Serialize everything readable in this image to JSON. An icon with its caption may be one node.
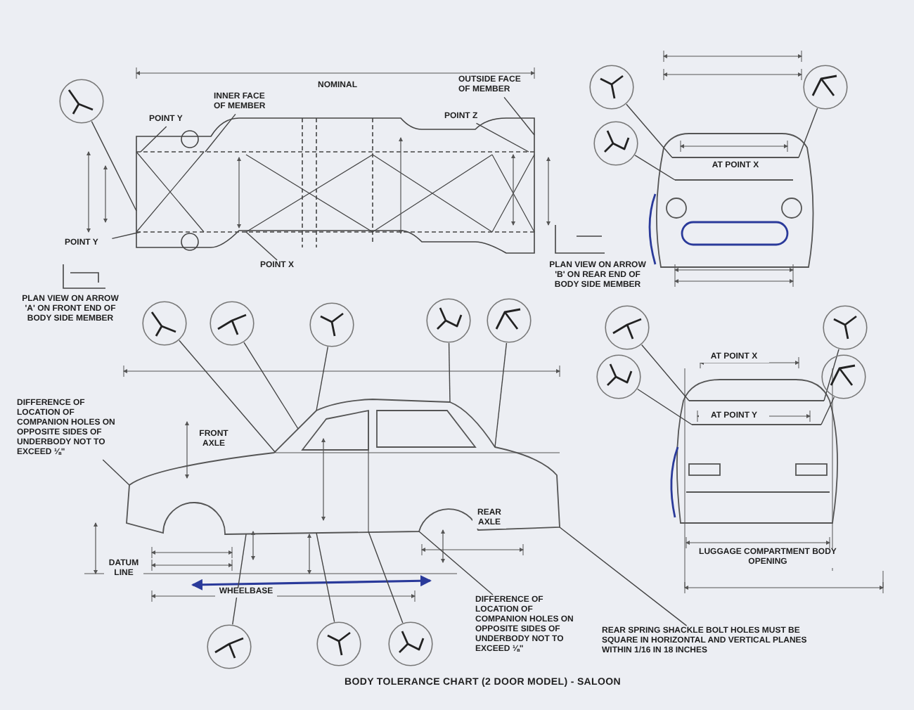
{
  "diagram": {
    "caption": "BODY TOLERANCE CHART (2 DOOR MODEL) - SALOON",
    "nodes": [
      {
        "text": [],
        "shape": "circle"
      },
      {
        "text": [
          "POINT Y"
        ]
      },
      {
        "text": [
          "INNER FACE OF MEMBER"
        ]
      },
      {
        "text": [
          "OUTSIDE FACE OF MEMBER"
        ]
      },
      {
        "text": [
          "POINT Z"
        ]
      },
      {
        "text": [
          "POINT Y"
        ]
      },
      {
        "text": [
          "POINT X"
        ]
      },
      {
        "text": [],
        "shape": "circle"
      },
      {
        "text": [],
        "shape": "circle"
      },
      {
        "text": [],
        "shape": "circle"
      },
      {
        "text": [],
        "shape": "circle"
      },
      {
        "text": [],
        "shape": "circle"
      },
      {
        "text": [],
        "shape": "circle"
      },
      {
        "text": [],
        "shape": "circle"
      },
      {
        "text": [],
        "shape": "circle"
      },
      {
        "text": [
          "DIFFERENCE OF LOCATION OF COMPANION HOLES ON OPPOSITE SIDES OF UNDERBODY NOT TO EXCEED ⅛\""
        ]
      },
      {
        "text": [],
        "shape": "circle"
      },
      {
        "text": [],
        "shape": "circle"
      },
      {
        "text": [],
        "shape": "circle"
      },
      {
        "text": [
          "DIFFERENCE OF LOCATION OF COMPANION HOLES ON OPPOSITE SIDES OF UNDERBODY NOT TO EXCEED ⅛\""
        ]
      },
      {
        "text": [
          "REAR SPRING SHACKLE BOLT HOLES MUST BE SQUARE IN HORIZONTAL AND VERTICAL PLANES WITHIN 1/16 IN 18 INCHES"
        ]
      },
      {
        "text": [],
        "shape": "circle"
      },
      {
        "text": [],
        "shape": "circle"
      },
      {
        "text": [],
        "shape": "circle"
      },
      {
        "text": [],
        "shape": "circle"
      },
      {
        "text": [],
        "shape": "picture"
      },
      {
        "text": [],
        "shape": "picture"
      },
      {
        "text": [],
        "shape": "picture"
      },
      {
        "text": [],
        "shape": "picture"
      }
    ],
    "edges": [
      {
        "from": 0,
        "to": 25,
        "arrow": "none"
      },
      {
        "from": 1,
        "to": 25,
        "arrow": "none"
      },
      {
        "from": 2,
        "to": 25,
        "arrow": "none"
      },
      {
        "from": 3,
        "to": 25,
        "arrow": "none"
      },
      {
        "from": 4,
        "to": 25,
        "arrow": "none"
      },
      {
        "from": 5,
        "to": 25,
        "arrow": "none"
      },
      {
        "from": 6,
        "to": 25,
        "arrow": "none"
      },
      {
        "from": 7,
        "to": 26,
        "arrow": "none"
      },
      {
        "from": 8,
        "to": 26,
        "arrow": "none"
      },
      {
        "from": 9,
        "to": 26,
        "arrow": "none"
      },
      {
        "from": 10,
        "to": 27,
        "arrow": "none"
      },
      {
        "from": 11,
        "to": 27,
        "arrow": "none"
      },
      {
        "from": 12,
        "to": 27,
        "arrow": "none"
      },
      {
        "from": 13,
        "to": 27,
        "arrow": "none"
      },
      {
        "from": 14,
        "to": 27,
        "arrow": "none"
      },
      {
        "from": 15,
        "to": 27,
        "arrow": "none"
      },
      {
        "from": 16,
        "to": 27,
        "arrow": "none"
      },
      {
        "from": 17,
        "to": 27,
        "arrow": "none"
      },
      {
        "from": 18,
        "to": 27,
        "arrow": "none"
      },
      {
        "from": 19,
        "to": 27,
        "arrow": "none"
      },
      {
        "from": 20,
        "to": 27,
        "arrow": "none"
      },
      {
        "from": 21,
        "to": 28,
        "arrow": "none"
      },
      {
        "from": 22,
        "to": 28,
        "arrow": "none"
      },
      {
        "from": 23,
        "to": 28,
        "arrow": "none"
      },
      {
        "from": 24,
        "to": 28,
        "arrow": "none"
      }
    ],
    "labels": [
      "NOMINAL",
      "PLAN VIEW ON ARROW 'A' ON FRONT END OF BODY SIDE MEMBER",
      "PLAN VIEW ON ARROW 'B' ON REAR END OF BODY SIDE MEMBER",
      "AT POINT X",
      "AT POINT X",
      "AT POINT Y",
      "FRONT AXLE",
      "REAR AXLE",
      "DATUM LINE",
      "WHEELBASE",
      "LUGGAGE COMPARTMENT BODY OPENING"
    ]
  }
}
